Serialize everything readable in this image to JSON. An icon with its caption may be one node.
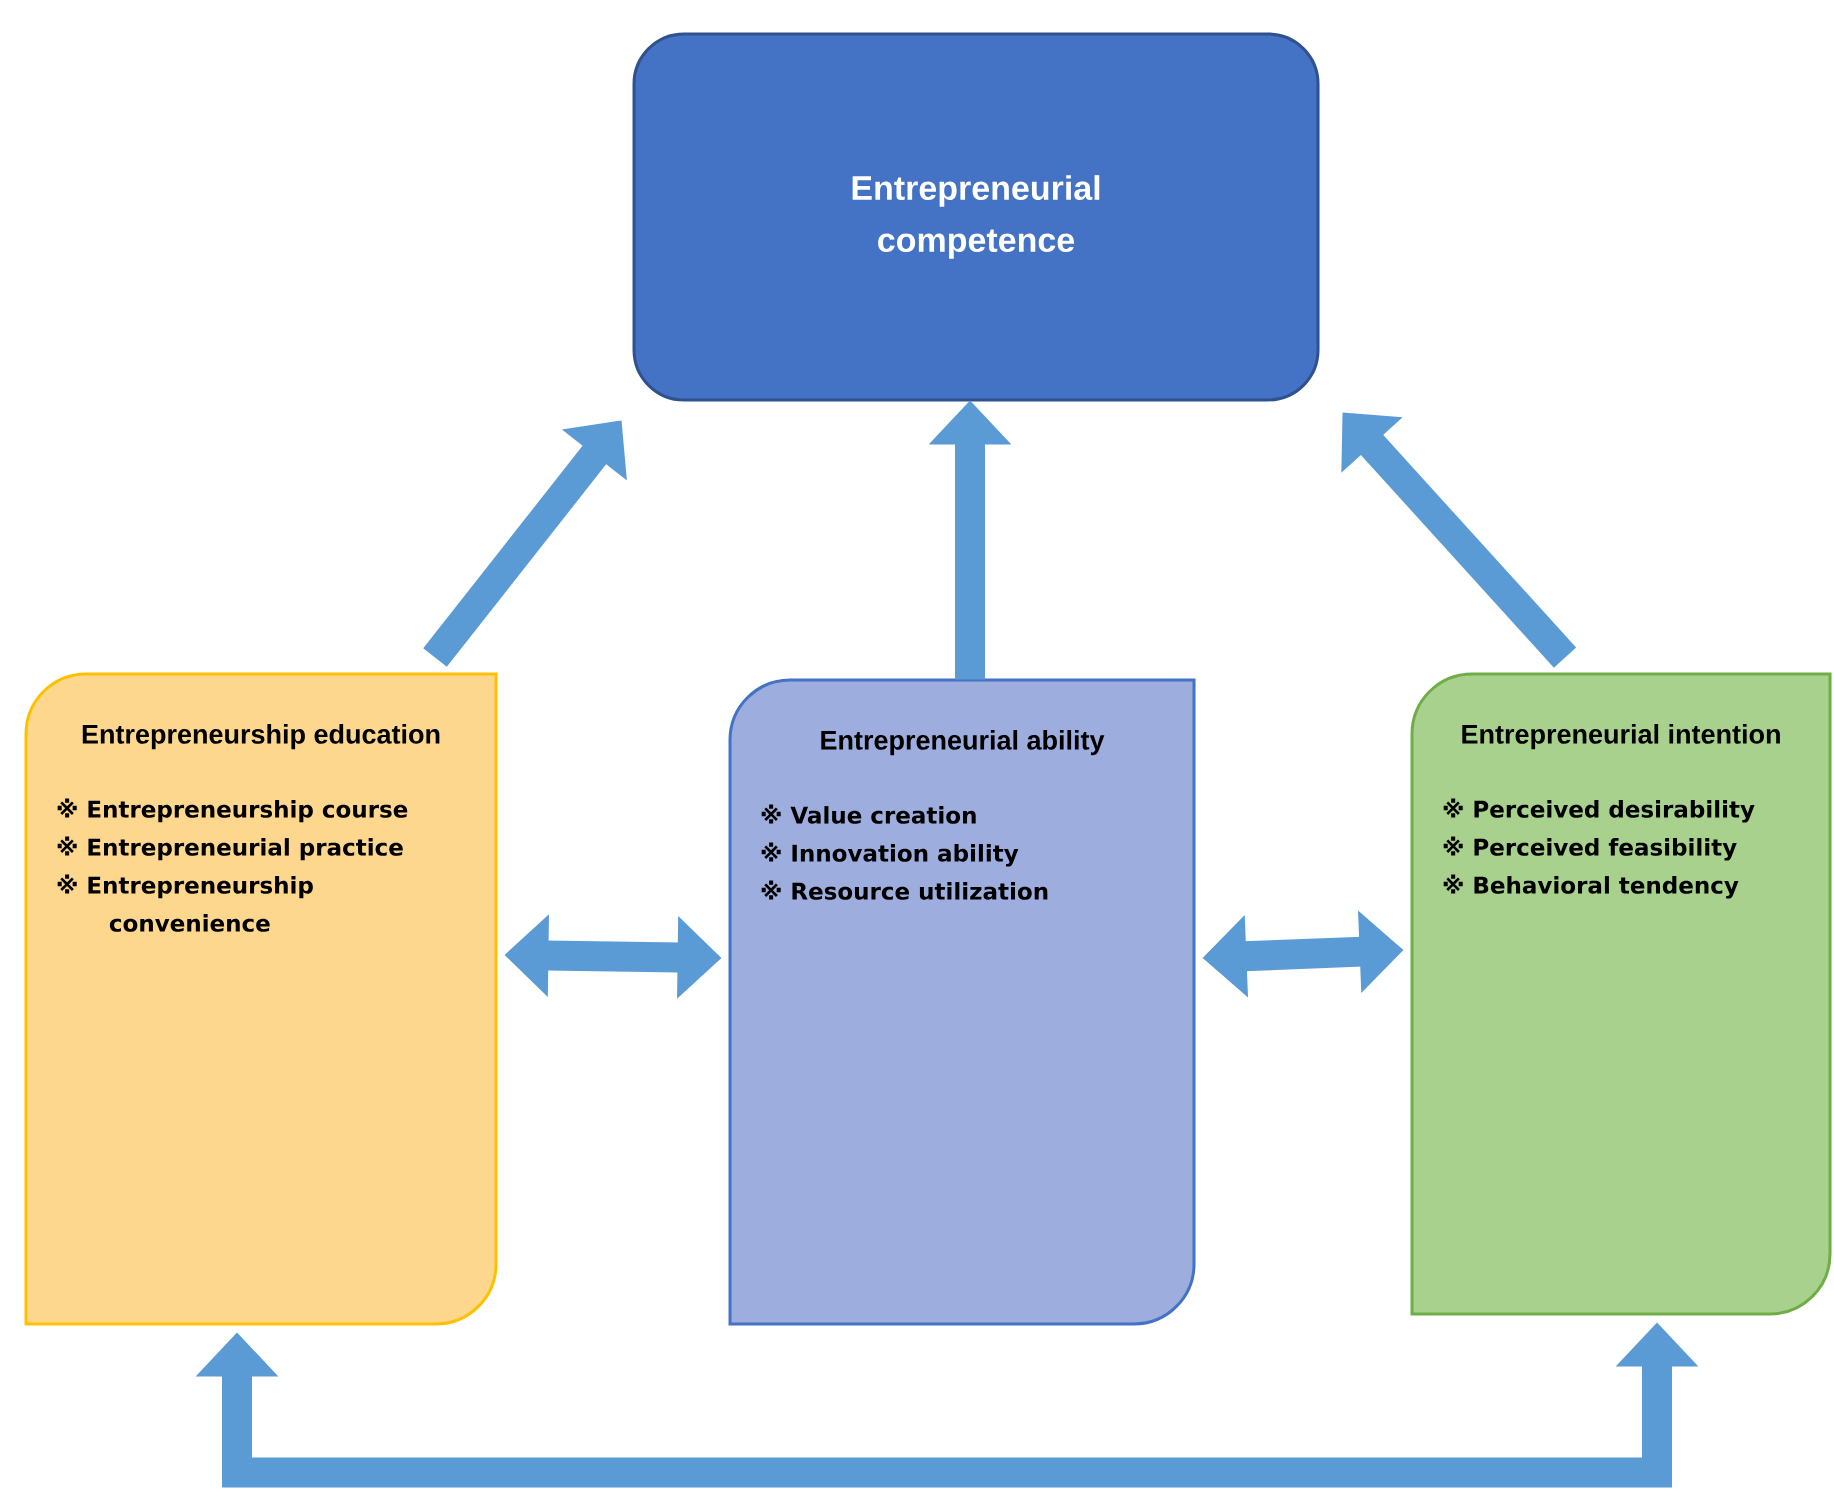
{
  "diagram": {
    "nodes": [
      {
        "text": [
          "Entrepreneurial competence"
        ]
      },
      {
        "text": [
          "Entrepreneurship education",
          "※ Entrepreneurship course",
          "※ Entrepreneurial practice",
          "※ Entrepreneurship convenience"
        ]
      },
      {
        "text": [
          "Entrepreneurial ability",
          "※ Value creation",
          "※ Innovation ability",
          "※ Resource utilization"
        ]
      },
      {
        "text": [
          "Entrepreneurial intention",
          "※ Perceived desirability",
          "※ Perceived feasibility",
          "※ Behavioral tendency"
        ]
      }
    ],
    "edges": [
      {
        "from": 1,
        "to": 0,
        "arrow": "to"
      },
      {
        "from": 2,
        "to": 0,
        "arrow": "to"
      },
      {
        "from": 3,
        "to": 0,
        "arrow": "to"
      },
      {
        "from": 1,
        "to": 2,
        "arrow": "both"
      },
      {
        "from": 2,
        "to": 3,
        "arrow": "both"
      },
      {
        "from": 1,
        "to": 3,
        "arrow": "both"
      }
    ]
  }
}
